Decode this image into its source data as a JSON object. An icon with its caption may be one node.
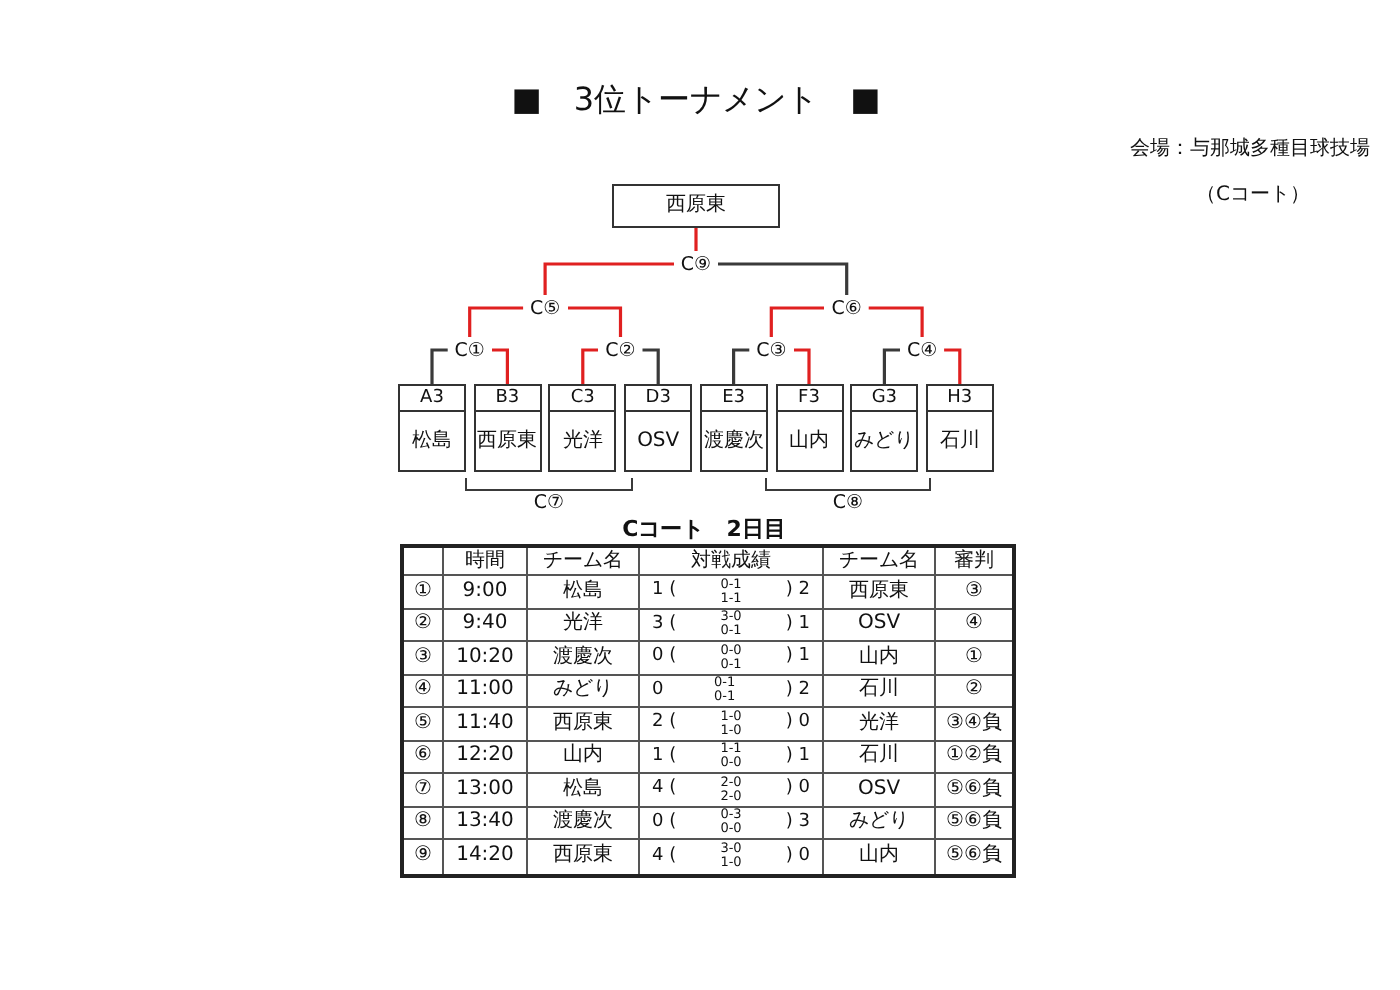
{
  "diagram": {
    "title": "■　3位トーナメント　■",
    "nodes": [
      {
        "text": [
          "西原東"
        ]
      },
      {
        "text": [
          "C⑨"
        ]
      },
      {
        "text": [
          "C⑤"
        ]
      },
      {
        "text": [
          "C⑥"
        ]
      },
      {
        "text": [
          "C①"
        ]
      },
      {
        "text": [
          "C②"
        ]
      },
      {
        "text": [
          "C③"
        ]
      },
      {
        "text": [
          "C④"
        ]
      },
      {
        "text": [
          "A3",
          "松島"
        ]
      },
      {
        "text": [
          "B3",
          "西原東"
        ]
      },
      {
        "text": [
          "C3",
          "光洋"
        ]
      },
      {
        "text": [
          "D3",
          "OSV"
        ]
      },
      {
        "text": [
          "E3",
          "渡慶次"
        ]
      },
      {
        "text": [
          "F3",
          "山内"
        ]
      },
      {
        "text": [
          "G3",
          "みどり"
        ]
      },
      {
        "text": [
          "H3",
          "石川"
        ]
      }
    ],
    "edges": [
      {
        "from": 8,
        "to": 4,
        "arrow": "none",
        "color": "#3a3a3a"
      },
      {
        "from": 9,
        "to": 4,
        "arrow": "none"
      },
      {
        "from": 10,
        "to": 5,
        "arrow": "none"
      },
      {
        "from": 11,
        "to": 5,
        "arrow": "none",
        "color": "#3a3a3a"
      },
      {
        "from": 12,
        "to": 6,
        "arrow": "none",
        "color": "#3a3a3a"
      },
      {
        "from": 13,
        "to": 6,
        "arrow": "none"
      },
      {
        "from": 14,
        "to": 7,
        "arrow": "none",
        "color": "#3a3a3a"
      },
      {
        "from": 15,
        "to": 7,
        "arrow": "none"
      },
      {
        "from": 4,
        "to": 2,
        "arrow": "none"
      },
      {
        "from": 5,
        "to": 2,
        "arrow": "none"
      },
      {
        "from": 6,
        "to": 3,
        "arrow": "none"
      },
      {
        "from": 7,
        "to": 3,
        "arrow": "none"
      },
      {
        "from": 2,
        "to": 1,
        "arrow": "none"
      },
      {
        "from": 3,
        "to": 1,
        "arrow": "none",
        "color": "#3a3a3a"
      },
      {
        "from": 1,
        "to": 0,
        "arrow": "none"
      }
    ],
    "labels": [
      "会場：与那城多種目球技場",
      "（Cコート）",
      "C⑦",
      "C⑧",
      "Cコート　2日目",
      "時間",
      "チーム名",
      "対戦成績",
      "チーム名",
      "審判",
      "①",
      "9:00",
      "松島",
      "1 (",
      "0-1",
      "1-1",
      ") 2",
      "西原東",
      "③",
      "②",
      "9:40",
      "光洋",
      "3 (",
      "3-0",
      "0-1",
      ") 1",
      "OSV",
      "④",
      "③",
      "10:20",
      "渡慶次",
      "0 (",
      "0-0",
      "0-1",
      ") 1",
      "山内",
      "①",
      "④",
      "11:00",
      "みどり",
      "0",
      "0-1",
      "0-1",
      ") 2",
      "石川",
      "②",
      "⑤",
      "11:40",
      "西原東",
      "2 (",
      "1-0",
      "1-0",
      ") 0",
      "光洋",
      "③④負",
      "⑥",
      "12:20",
      "山内",
      "1 (",
      "1-1",
      "0-0",
      ") 1",
      "石川",
      "①②負",
      "⑦",
      "13:00",
      "松島",
      "4 (",
      "2-0",
      "2-0",
      ") 0",
      "OSV",
      "⑤⑥負",
      "⑧",
      "13:40",
      "渡慶次",
      "0 (",
      "0-3",
      "0-0",
      ") 3",
      "みどり",
      "⑤⑥負",
      "⑨",
      "14:20",
      "西原東",
      "4 (",
      "3-0",
      "1-0",
      ") 0",
      "山内",
      "⑤⑥負"
    ]
  }
}
